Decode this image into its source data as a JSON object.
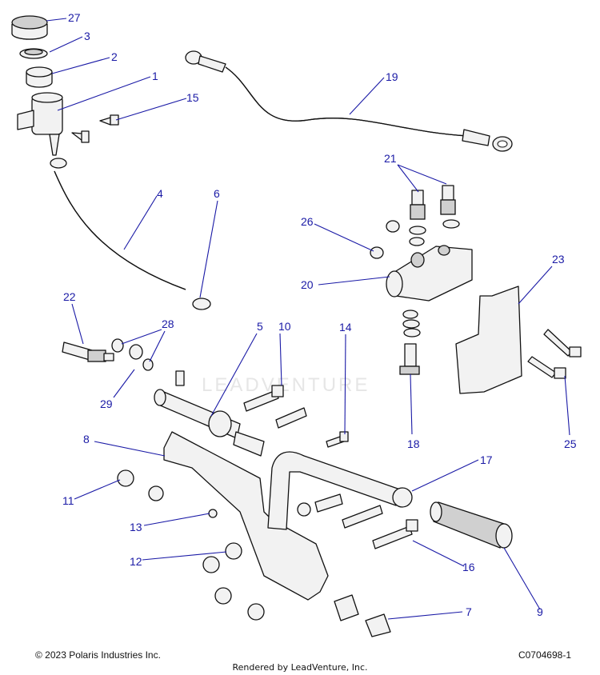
{
  "callouts": [
    "27",
    "3",
    "2",
    "1",
    "15",
    "4",
    "6",
    "19",
    "21",
    "26",
    "20",
    "23",
    "22",
    "28",
    "29",
    "5",
    "10",
    "14",
    "18",
    "25",
    "8",
    "17",
    "11",
    "13",
    "12",
    "16",
    "9",
    "7"
  ],
  "footer": {
    "copyright": "© 2023 Polaris Industries Inc.",
    "diagram_code": "C0704698-1",
    "rendered_by": "Rendered by LeadVenture, Inc."
  },
  "watermark": "LEADVENTURE"
}
